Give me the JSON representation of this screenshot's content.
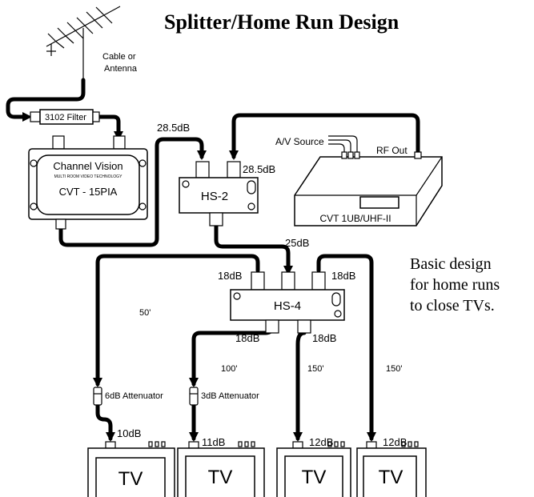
{
  "title": "Splitter/Home Run Design",
  "antenna": {
    "label_line1": "Cable or",
    "label_line2": "Antenna"
  },
  "filter": {
    "label": "3102 Filter"
  },
  "amplifier": {
    "brand": "Channel Vision",
    "tagline": "MULTI ROOM VIDEO TECHNOLOGY",
    "model": "CVT - 15PIA"
  },
  "hs2": {
    "label": "HS-2",
    "input_level": "28.5dB",
    "port_level": "28.5dB",
    "output_level": "25dB"
  },
  "modulator": {
    "source_label": "A/V Source",
    "rf_label": "RF Out",
    "model": "CVT 1UB/UHF-II"
  },
  "hs4": {
    "label": "HS-4",
    "port_levels": [
      "18dB",
      "18dB",
      "18dB",
      "18dB"
    ]
  },
  "note": {
    "line1": "Basic design",
    "line2": "for home runs",
    "line3": "to close TVs."
  },
  "runs": [
    {
      "length": "50'",
      "attenuator": "6dB Attenuator",
      "level": "10dB",
      "tv": "TV"
    },
    {
      "length": "100'",
      "attenuator": "3dB Attenuator",
      "level": "11dB",
      "tv": "TV"
    },
    {
      "length": "150'",
      "attenuator": "",
      "level": "12dB",
      "tv": "TV"
    },
    {
      "length": "150'",
      "attenuator": "",
      "level": "12dB",
      "tv": "TV"
    }
  ]
}
